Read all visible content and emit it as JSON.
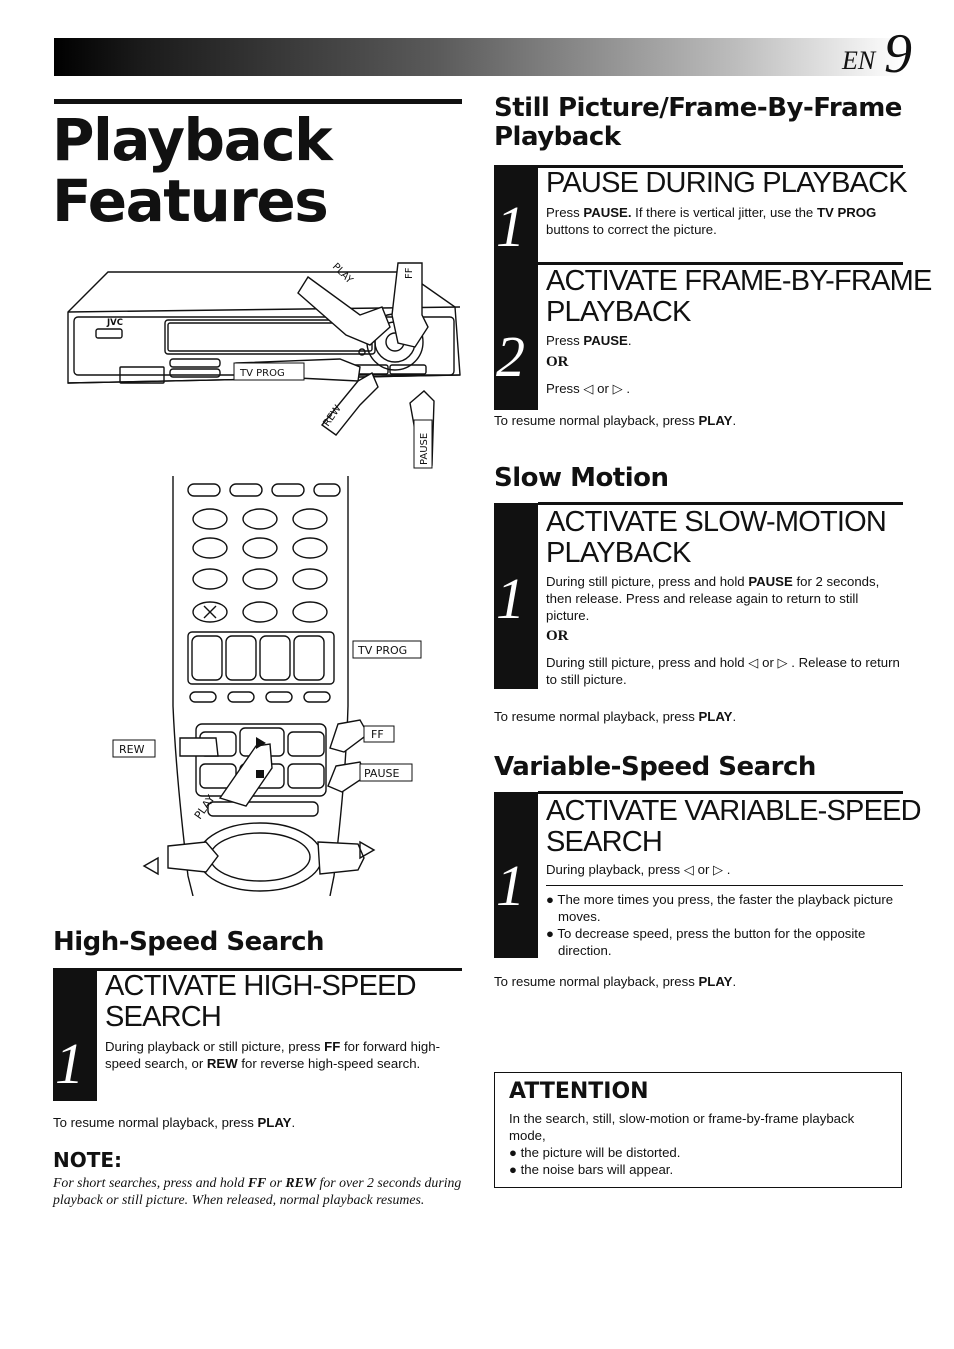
{
  "header": {
    "en_label": "EN",
    "page_number": "9"
  },
  "title": {
    "line1": "Playback",
    "line2": "Features"
  },
  "vcr_illustration": {
    "brand": "JVC",
    "label_play": "PLAY",
    "label_ff": "FF",
    "label_tv_prog": "TV PROG",
    "label_rew": "REW",
    "label_pause": "PAUSE"
  },
  "remote_illustration": {
    "label_tv_prog": "TV PROG",
    "label_ff": "FF",
    "label_rew": "REW",
    "label_pause": "PAUSE",
    "label_play": "PLAY"
  },
  "high_speed": {
    "heading": "High-Speed Search",
    "step1": {
      "num": "1",
      "title_l1": "ACTIVATE HIGH-SPEED",
      "title_l2": "SEARCH",
      "t1": "During playback or still picture, press ",
      "b1": "FF",
      "t2": " for forward high-speed search, or ",
      "b2": "REW",
      "t3": " for reverse high-speed search."
    },
    "resume_text": "To resume normal playback, press ",
    "resume_bold": "PLAY",
    "resume_end": "."
  },
  "note": {
    "heading": "NOTE:",
    "t1": "For short searches, press and hold ",
    "b1": "FF",
    "t2": " or ",
    "b2": "REW",
    "t3": " for over 2 seconds during playback or still picture. When released, normal playback resumes."
  },
  "still": {
    "heading_l1": "Still Picture/Frame-By-Frame",
    "heading_l2": "Playback",
    "step1": {
      "num": "1",
      "title": "PAUSE DURING PLAYBACK",
      "t1": "Press ",
      "b1": "PAUSE.",
      "t2": " If there is vertical jitter, use the ",
      "b2": "TV PROG",
      "t3": " buttons to correct the picture."
    },
    "step2": {
      "num": "2",
      "title_l1": "ACTIVATE FRAME-BY-FRAME",
      "title_l2": "PLAYBACK",
      "t1": "Press ",
      "b1": "PAUSE",
      "t2": ".",
      "or": "OR",
      "t3": "Press ◁ or ▷ ."
    },
    "resume_text": "To resume normal playback, press ",
    "resume_bold": "PLAY",
    "resume_end": "."
  },
  "slow": {
    "heading": "Slow Motion",
    "step1": {
      "num": "1",
      "title_l1": "ACTIVATE SLOW-MOTION",
      "title_l2": "PLAYBACK",
      "t1": "During still picture, press and hold ",
      "b1": "PAUSE",
      "t2": "  for 2 seconds, then release. Press and release again to return to still picture.",
      "or": "OR",
      "t3": "During still picture, press and hold ◁ or ▷ . Release to return to still picture."
    },
    "resume_text": "To resume normal playback, press ",
    "resume_bold": "PLAY",
    "resume_end": "."
  },
  "variable": {
    "heading": "Variable-Speed Search",
    "step1": {
      "num": "1",
      "title_l1": "ACTIVATE VARIABLE-SPEED",
      "title_l2": "SEARCH",
      "t1": "During playback, press ◁ or ▷ .",
      "bullet1": "● The more times you press, the faster the playback picture moves.",
      "bullet2": "● To decrease speed, press the button for the opposite direction."
    },
    "resume_text": "To resume normal playback, press ",
    "resume_bold": "PLAY",
    "resume_end": "."
  },
  "attention": {
    "heading": "ATTENTION",
    "text": "In the search, still, slow-motion or frame-by-frame playback mode,",
    "bullet1": "● the picture will be distorted.",
    "bullet2": "● the noise bars will appear."
  }
}
